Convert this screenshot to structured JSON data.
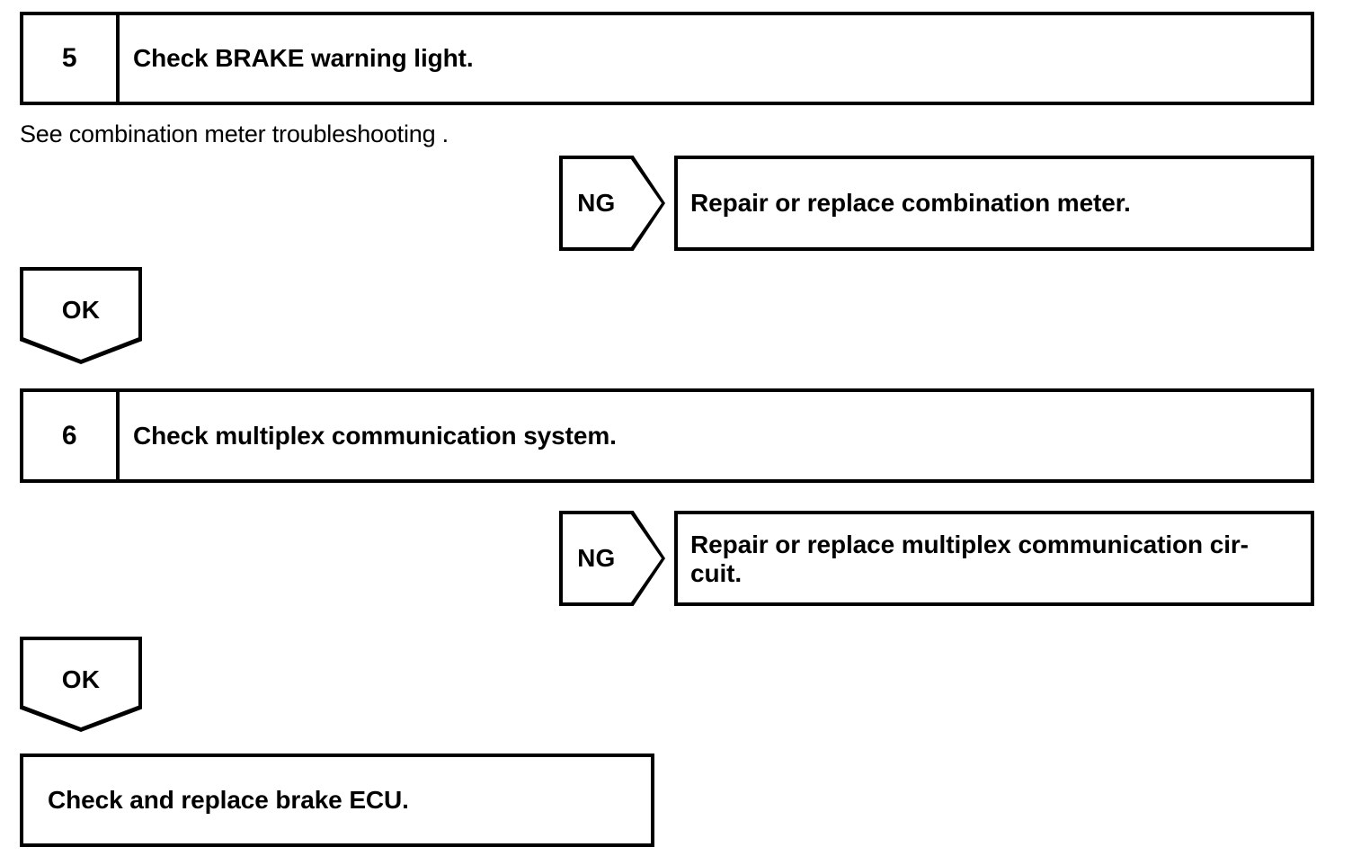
{
  "document": {
    "type": "troubleshooting-flowchart",
    "ink_color": "#000000",
    "background_color": "#ffffff"
  },
  "steps": [
    {
      "number": "5",
      "title": "Check BRAKE warning light.",
      "note": "See combination meter troubleshooting .",
      "ng": {
        "label": "NG",
        "result": "Repair or replace combination meter."
      },
      "ok": {
        "label": "OK"
      }
    },
    {
      "number": "6",
      "title": "Check multiplex communication system.",
      "ng": {
        "label": "NG",
        "result_line1": "Repair or replace multiplex communication cir-",
        "result_line2": "cuit."
      },
      "ok": {
        "label": "OK"
      }
    }
  ],
  "final_action": {
    "text": "Check and replace brake ECU."
  }
}
